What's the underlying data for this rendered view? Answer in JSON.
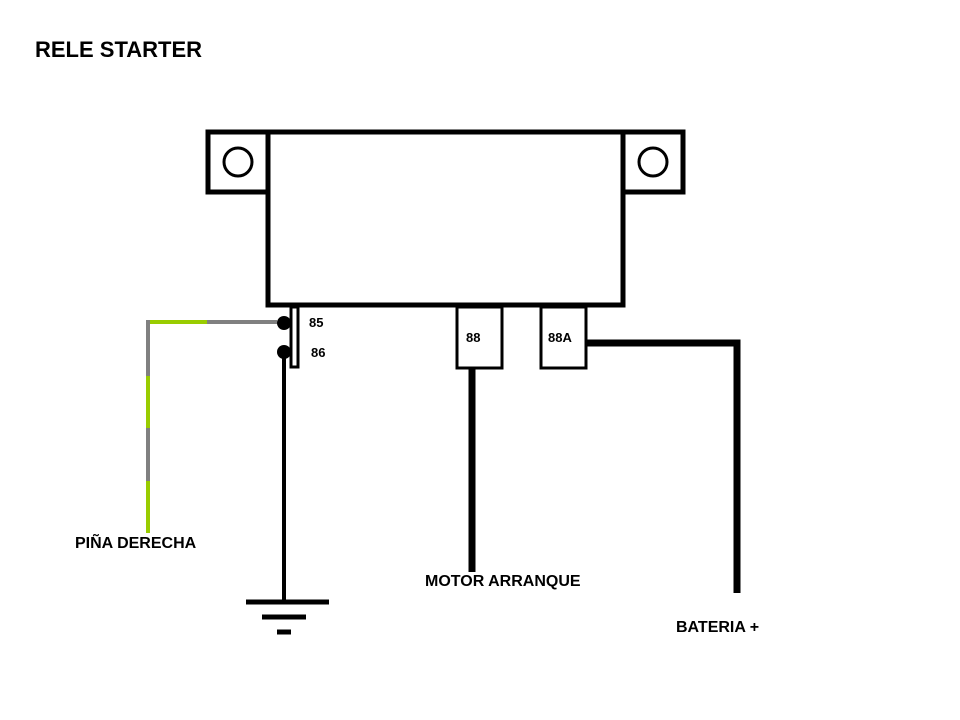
{
  "diagram": {
    "title": "RELE STARTER",
    "pins": {
      "pin85": "85",
      "pin86": "86",
      "pin88": "88",
      "pin88a": "88A"
    },
    "labels": {
      "right_handlebar": "PIÑA DERECHA",
      "starter_motor": "MOTOR ARRANQUE",
      "battery": "BATERIA +"
    },
    "colors": {
      "outline": "#000000",
      "wire_gray": "#808080",
      "wire_green": "#99cc00"
    }
  }
}
